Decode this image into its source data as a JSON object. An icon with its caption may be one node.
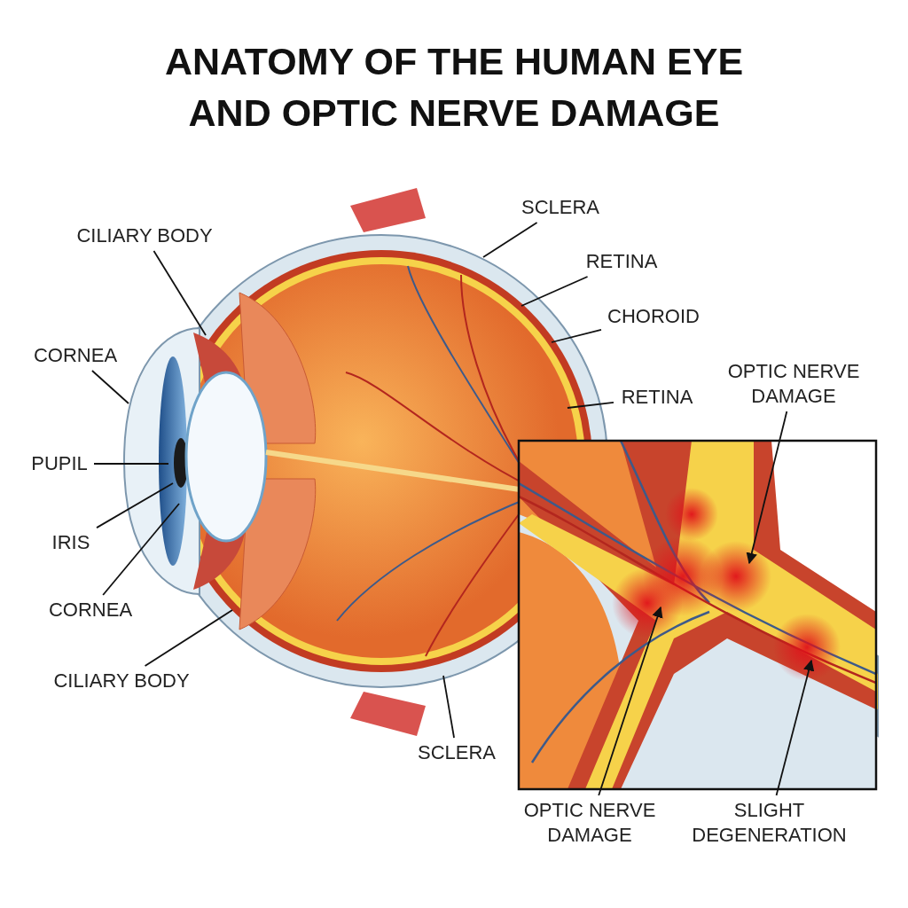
{
  "diagram": {
    "title": "ANATOMY OF THE HUMAN EYE AND OPTIC NERVE DAMAGE",
    "nodes": [
      {
        "text": [
          "CILIARY BODY"
        ]
      },
      {
        "text": [
          "CORNEA"
        ]
      },
      {
        "text": [
          "PUPIL"
        ]
      },
      {
        "text": [
          "IRIS"
        ]
      },
      {
        "text": [
          "CORNEA"
        ]
      },
      {
        "text": [
          "CILIARY BODY"
        ]
      },
      {
        "text": [
          "SCLERA"
        ]
      },
      {
        "text": [
          "RETINA"
        ]
      },
      {
        "text": [
          "CHOROID"
        ]
      },
      {
        "text": [
          "RETINA"
        ]
      },
      {
        "text": [
          "OPTIC NERVE DAMAGE"
        ]
      },
      {
        "text": [
          "SCLERA"
        ]
      },
      {
        "text": [
          "OPTIC NERVE DAMAGE"
        ]
      },
      {
        "text": [
          "SLIGHT DEGENERATION"
        ]
      }
    ],
    "edges": [
      {
        "from": 0,
        "to": null,
        "arrow": "none"
      },
      {
        "from": 1,
        "to": null,
        "arrow": "none"
      },
      {
        "from": 2,
        "to": null,
        "arrow": "none"
      },
      {
        "from": 3,
        "to": null,
        "arrow": "none"
      },
      {
        "from": 4,
        "to": null,
        "arrow": "none"
      },
      {
        "from": 5,
        "to": null,
        "arrow": "none"
      },
      {
        "from": 6,
        "to": null,
        "arrow": "none"
      },
      {
        "from": 7,
        "to": null,
        "arrow": "none"
      },
      {
        "from": 8,
        "to": null,
        "arrow": "none"
      },
      {
        "from": 9,
        "to": null,
        "arrow": "none"
      },
      {
        "from": 10,
        "to": null,
        "arrow": "to"
      },
      {
        "from": 11,
        "to": null,
        "arrow": "none"
      },
      {
        "from": 12,
        "to": null,
        "arrow": "to"
      },
      {
        "from": 13,
        "to": null,
        "arrow": "to"
      }
    ]
  }
}
